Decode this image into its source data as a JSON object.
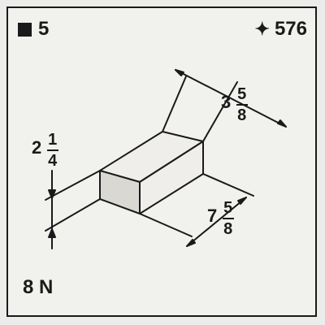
{
  "top_left": {
    "icon": "square-icon",
    "value": "5"
  },
  "top_right": {
    "icon": "four-point-star-icon",
    "value": "576"
  },
  "bottom_left": {
    "label": "8 N"
  },
  "dimensions": {
    "width": {
      "whole": "3",
      "num": "5",
      "den": "8"
    },
    "height": {
      "whole": "2",
      "num": "1",
      "den": "4"
    },
    "length": {
      "whole": "7",
      "num": "5",
      "den": "8"
    }
  },
  "colors": {
    "ink": "#1a1a1a",
    "paper": "#f1f1ee"
  }
}
